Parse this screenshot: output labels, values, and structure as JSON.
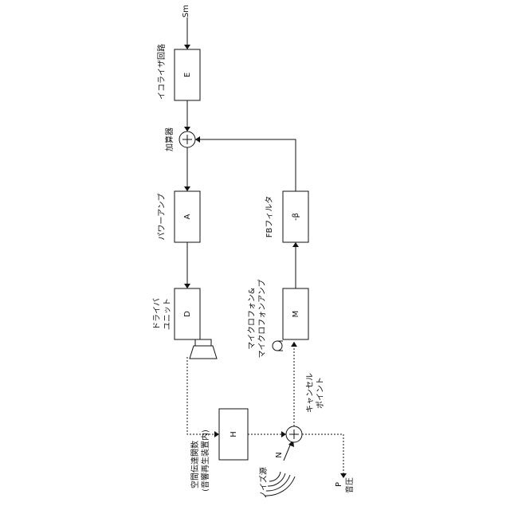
{
  "labels": {
    "input_signal": "Sm",
    "equalizer": "イコライザ回路",
    "adder": "加算器",
    "power_amp": "パワーアンプ",
    "driver_line1": "ドライバ",
    "driver_line2": "ユニット",
    "fb_filter": "FBフィルタ",
    "mic_line1": "マイクロフォン&",
    "mic_line2": "マイクロフォンアンプ",
    "cancel_line1": "キャンセル",
    "cancel_line2": "ポイント",
    "transfer_line1": "空間伝達関数",
    "transfer_line2": "(音響再生装置内)",
    "noise_source": "ノイズ源",
    "noise_symbol": "N",
    "pressure_symbol": "P",
    "pressure": "音圧"
  },
  "blocks": {
    "equalizer": "E",
    "power_amp": "A",
    "driver": "D",
    "fb_filter": "-β",
    "mic": "M",
    "transfer": "H"
  }
}
